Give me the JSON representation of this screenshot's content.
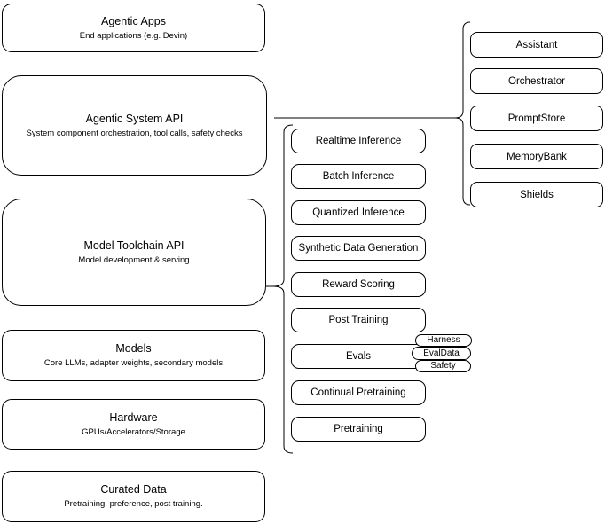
{
  "colors": {
    "stroke": "#000000",
    "fill": "#ffffff",
    "text": "#000000"
  },
  "stack": [
    {
      "title": "Agentic Apps",
      "subtitle": "End applications (e.g. Devin)"
    },
    {
      "title": "Agentic System API",
      "subtitle": "System component orchestration, tool calls, safety checks"
    },
    {
      "title": "Model Toolchain API",
      "subtitle": "Model development & serving"
    },
    {
      "title": "Models",
      "subtitle": "Core LLMs, adapter weights, secondary models"
    },
    {
      "title": "Hardware",
      "subtitle": "GPUs/Accelerators/Storage"
    },
    {
      "title": "Curated Data",
      "subtitle": "Pretraining, preference, post training."
    }
  ],
  "toolchain_services": [
    "Realtime Inference",
    "Batch Inference",
    "Quantized Inference",
    "Synthetic Data Generation",
    "Reward Scoring",
    "Post Training",
    "Evals",
    "Continual Pretraining",
    "Pretraining"
  ],
  "eval_tags": [
    "Harness",
    "EvalData",
    "Safety"
  ],
  "system_components": [
    "Assistant",
    "Orchestrator",
    "PromptStore",
    "MemoryBank",
    "Shields"
  ]
}
